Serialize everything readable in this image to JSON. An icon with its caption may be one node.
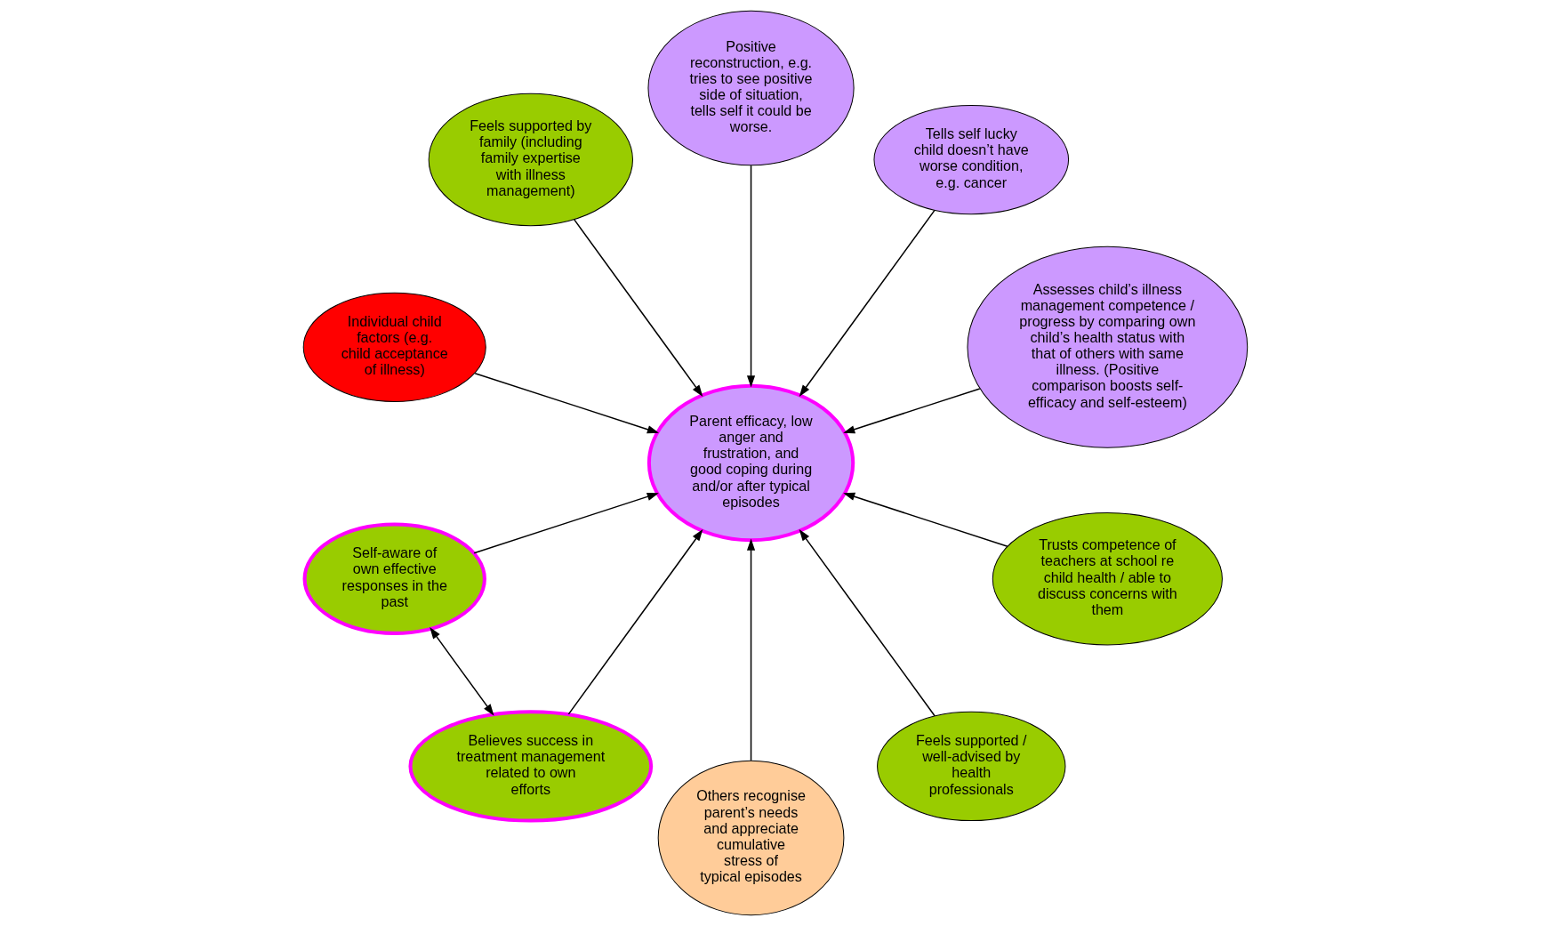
{
  "diagram": {
    "nodes": [
      {
        "text": [
          "Assesses child’s illness management competence / progress by comparing own child’s health status with that of others with same illness. (Positive comparison boosts self-efficacy and self-esteem)"
        ]
      },
      {
        "text": [
          "Tells self lucky child doesn’t have worse condition, e.g. cancer"
        ]
      },
      {
        "text": [
          "Positive reconstruction, e.g. tries to see positive side of situation, tells self it could be worse."
        ]
      },
      {
        "text": [
          "Feels supported by family (including family expertise with illness management)"
        ]
      },
      {
        "text": [
          "Parent efficacy, low anger and frustration, and good coping during and/or after typical episodes"
        ]
      },
      {
        "text": [
          "Individual child factors (e.g. child acceptance of illness)"
        ]
      },
      {
        "text": [
          "Self-aware of own effective responses in the past"
        ]
      },
      {
        "text": [
          "Believes success in treatment management related to own efforts"
        ]
      },
      {
        "text": [
          "Others recognise parent’s needs and appreciate cumulative stress of typical episodes"
        ]
      },
      {
        "text": [
          "Feels supported / well-advised by health professionals"
        ]
      },
      {
        "text": [
          "Trusts competence of teachers at school re child health / able to discuss concerns with them"
        ]
      }
    ],
    "edges": [
      {
        "from": 0,
        "to": 4,
        "arrow": "to"
      },
      {
        "from": 1,
        "to": 4,
        "arrow": "to"
      },
      {
        "from": 2,
        "to": 4,
        "arrow": "to"
      },
      {
        "from": 3,
        "to": 4,
        "arrow": "to"
      },
      {
        "from": 5,
        "to": 4,
        "arrow": "to"
      },
      {
        "from": 6,
        "to": 4,
        "arrow": "to"
      },
      {
        "from": 7,
        "to": 4,
        "arrow": "to"
      },
      {
        "from": 8,
        "to": 4,
        "arrow": "to"
      },
      {
        "from": 9,
        "to": 4,
        "arrow": "to"
      },
      {
        "from": 10,
        "to": 4,
        "arrow": "to"
      },
      {
        "from": 6,
        "to": 7,
        "arrow": "both"
      }
    ]
  }
}
